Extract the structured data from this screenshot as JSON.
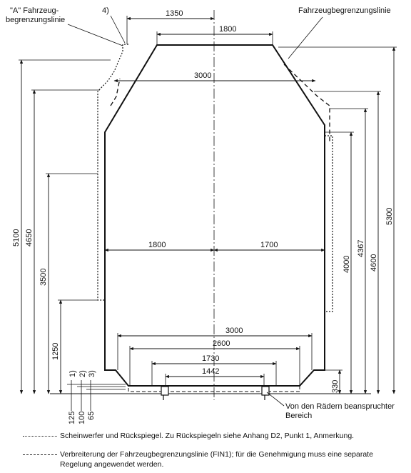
{
  "labels": {
    "a_line_1": "\"A\" Fahrzeug-",
    "a_line_2": "begrenzungslinie",
    "note_4": "4)",
    "gauge_line": "Fahrzeugbegrenzungslinie",
    "wheel_area_1": "Von den Rädern beanspruchter",
    "wheel_area_2": "Bereich",
    "note_1": "1)",
    "note_2": "2)",
    "note_3": "3)"
  },
  "dimensions": {
    "w_1350": "1350",
    "w_1800_top": "1800",
    "w_3000_top": "3000",
    "w_1800_left": "1800",
    "w_1700_right": "1700",
    "w_3000_bottom": "3000",
    "w_2600": "2600",
    "w_1730": "1730",
    "w_1442": "1442",
    "h_5100": "5100",
    "h_4650": "4650",
    "h_3500": "3500",
    "h_1250": "1250",
    "h_125": "125",
    "h_100": "100",
    "h_65": "65",
    "h_5300": "5300",
    "h_4600": "4600",
    "h_4367": "4367",
    "h_4000": "4000",
    "h_330": "330"
  },
  "legend": {
    "dotted": "Scheinwerfer und Rückspiegel. Zu Rückspiegeln siehe Anhang D2, Punkt 1, Anmerkung.",
    "dashed": "Verbreiterung der Fahrzeugbegrenzungslinie (FIN1); für die Genehmigung muss eine separate Regelung angewendet werden."
  },
  "colors": {
    "line": "#111111",
    "background": "#ffffff"
  }
}
